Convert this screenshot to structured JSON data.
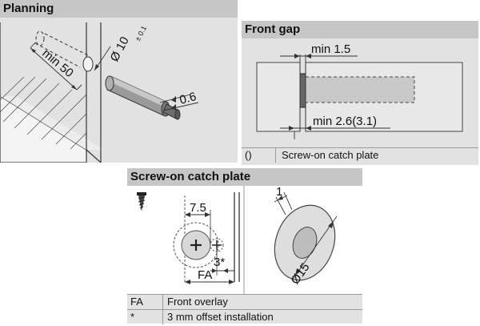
{
  "planning": {
    "title": "Planning",
    "labels": {
      "min_depth": "min 50",
      "diameter": "Ø 10",
      "tolerance": "± 0.1",
      "protrusion": "0.6"
    }
  },
  "front_gap": {
    "title": "Front gap",
    "labels": {
      "min_top": "min 1.5",
      "min_bottom": "min 2.6(3.1)"
    },
    "legend": [
      {
        "key": "()",
        "value": "Screw-on catch plate"
      }
    ]
  },
  "screw_on": {
    "title": "Screw-on catch plate",
    "labels": {
      "dim_75": "7.5",
      "dim_3": "3*",
      "dim_fa": "FA",
      "thickness": "1",
      "plate_diameter": "Ø15"
    },
    "legend": [
      {
        "key": "FA",
        "value": "Front overlay"
      },
      {
        "key": "*",
        "value": "3 mm offset installation"
      }
    ]
  }
}
